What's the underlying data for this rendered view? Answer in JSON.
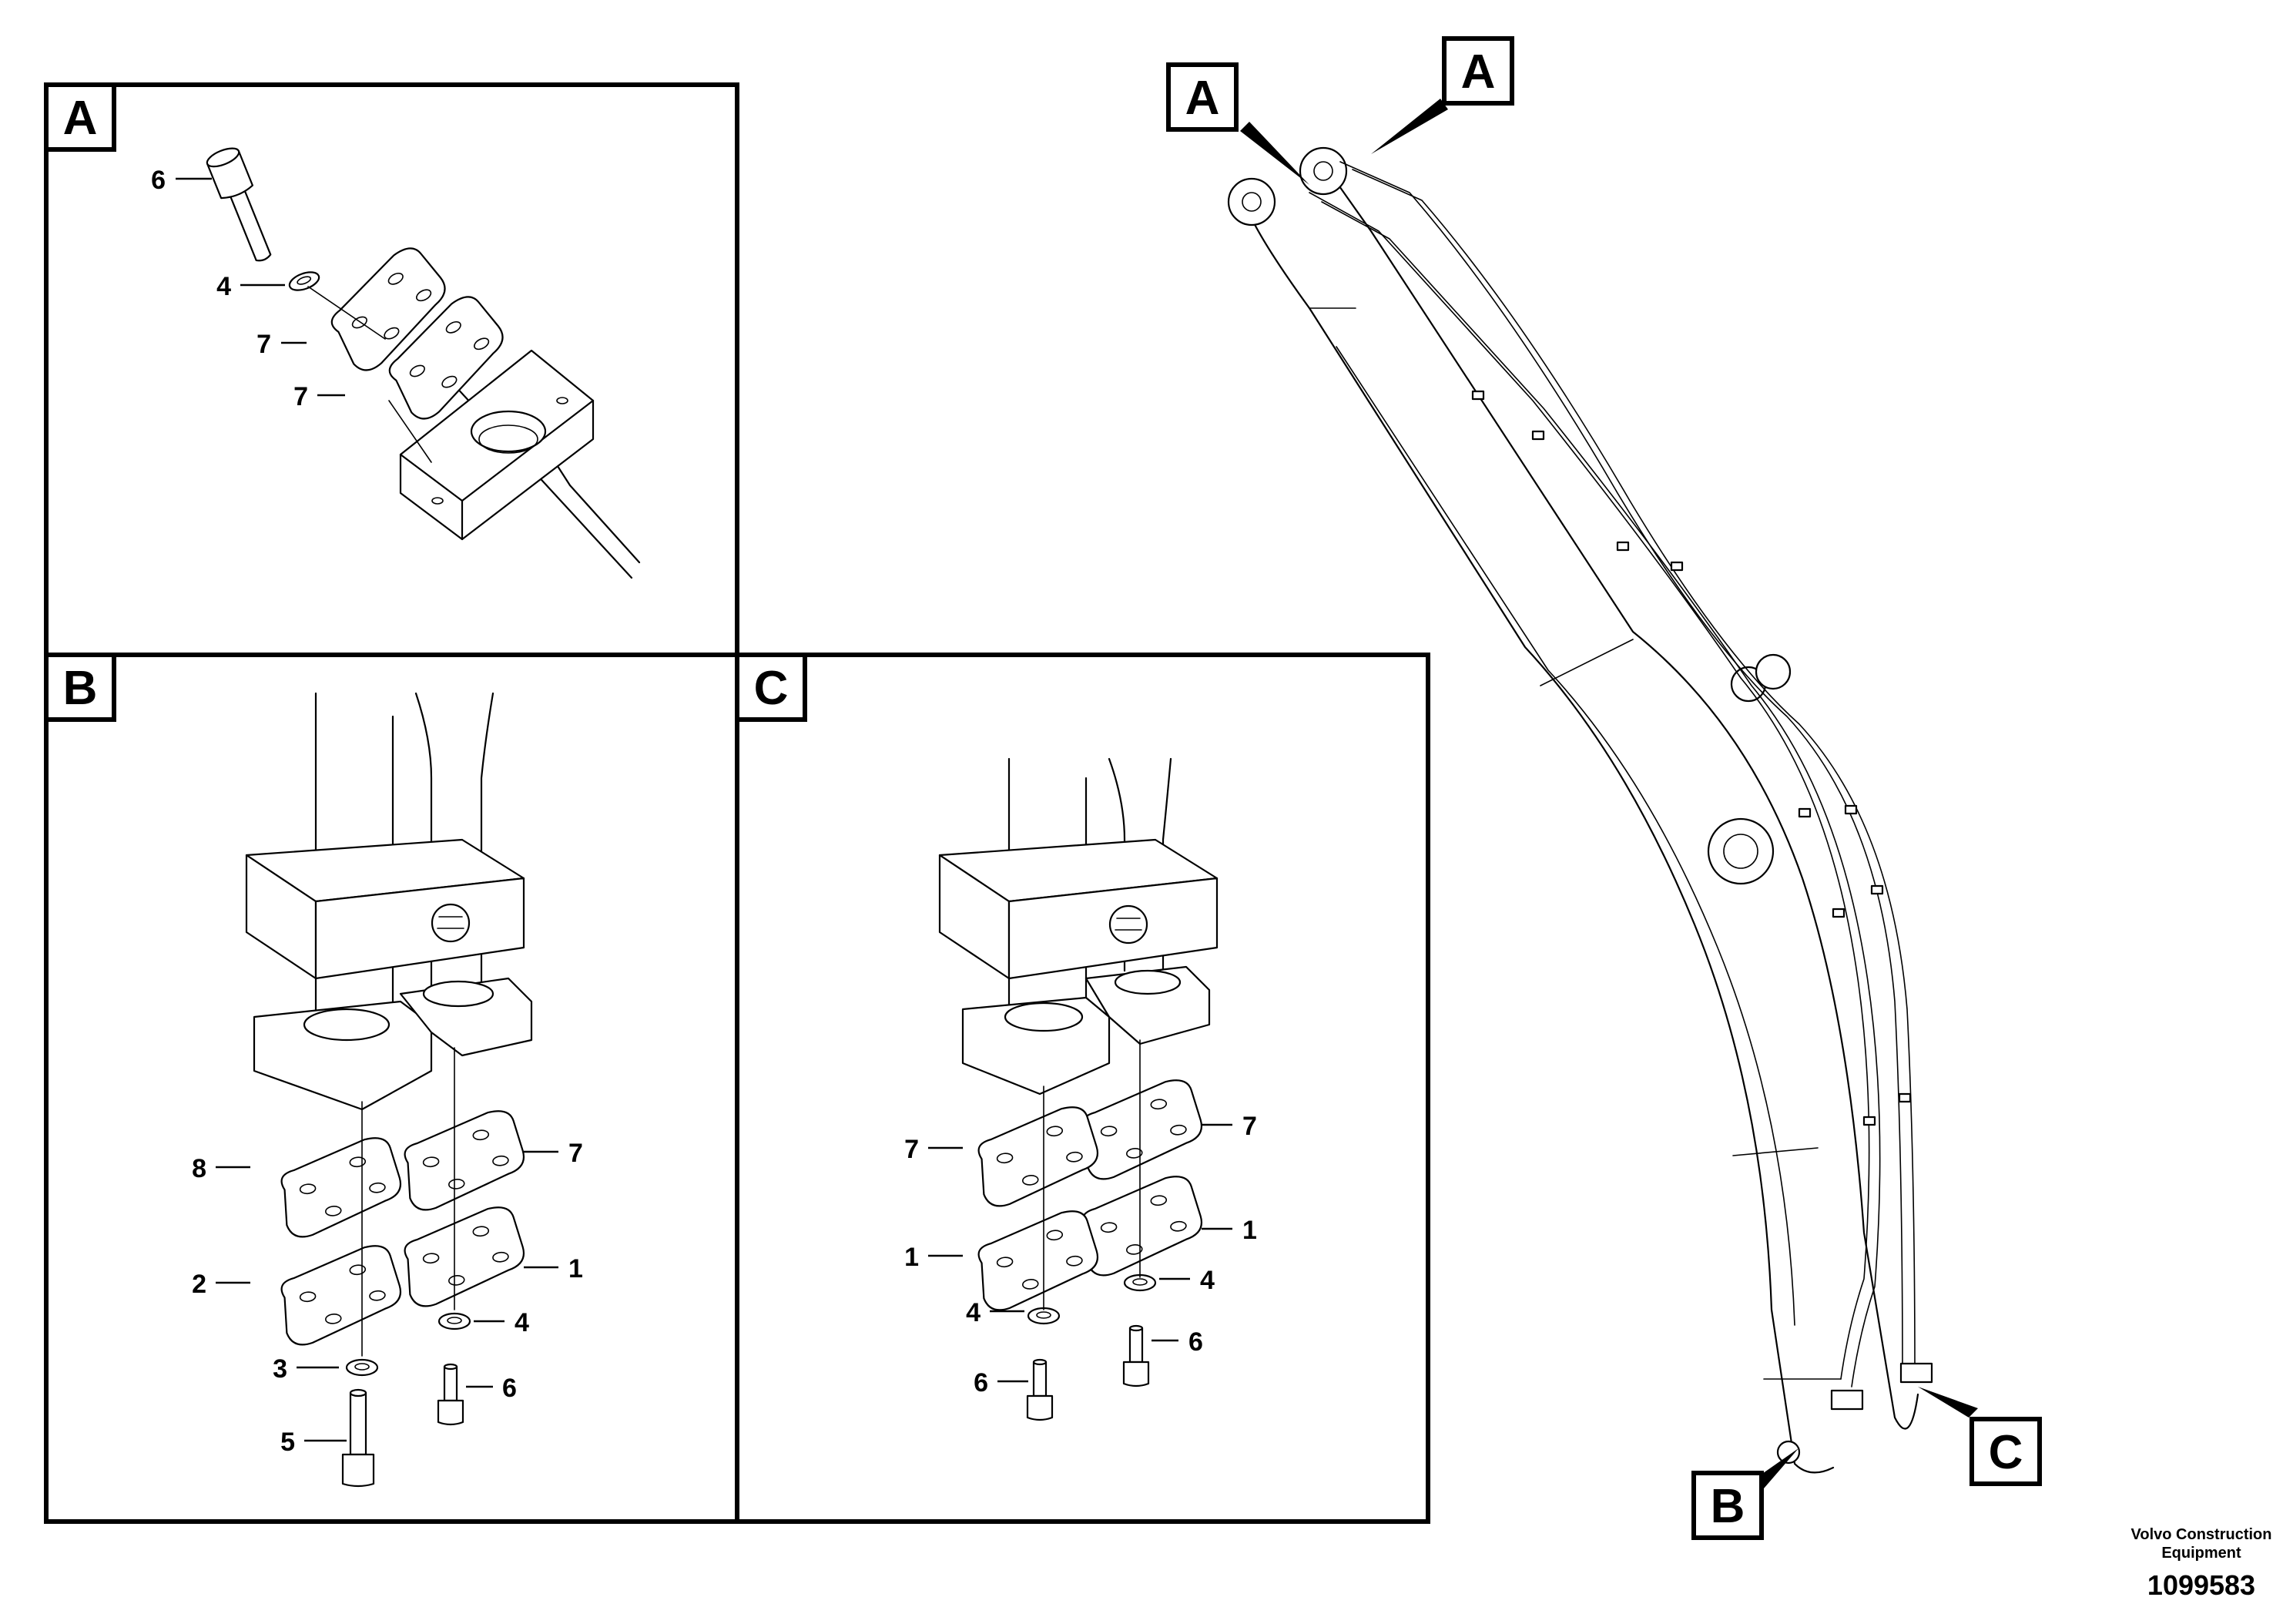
{
  "detail_a": {
    "tag": "A",
    "callouts": [
      "6",
      "4",
      "7",
      "7"
    ]
  },
  "detail_b": {
    "tag": "B",
    "callouts": [
      "8",
      "7",
      "2",
      "1",
      "3",
      "4",
      "5",
      "6"
    ]
  },
  "detail_c": {
    "tag": "C",
    "callouts": [
      "7",
      "7",
      "1",
      "1",
      "4",
      "4",
      "6",
      "6"
    ]
  },
  "overview": {
    "tags": [
      "A",
      "A",
      "B",
      "C"
    ]
  },
  "footer": {
    "company_line1": "Volvo Construction",
    "company_line2": "Equipment",
    "drawing_number": "1099583"
  }
}
